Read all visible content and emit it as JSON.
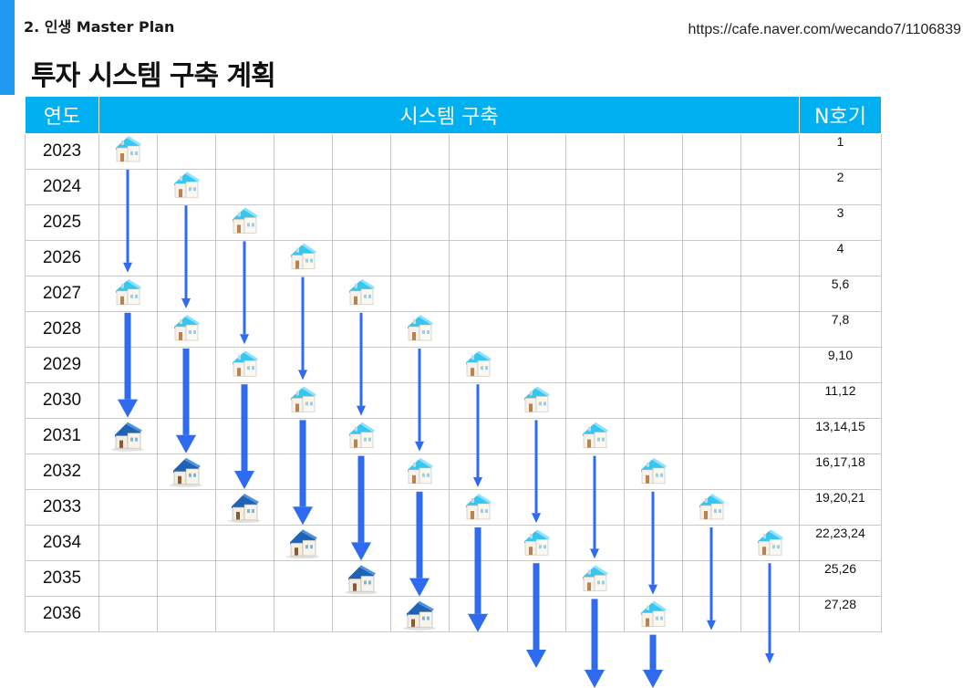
{
  "header": {
    "section_label": "2. 인생 Master Plan",
    "url": "https://cafe.naver.com/wecando7/1106839",
    "title": "투자 시스템 구축 계획"
  },
  "table": {
    "col_year": "연도",
    "col_system": "시스템 구축",
    "col_n": "N호기",
    "rows": [
      {
        "year": "2023",
        "n": "1"
      },
      {
        "year": "2024",
        "n": "2"
      },
      {
        "year": "2025",
        "n": "3"
      },
      {
        "year": "2026",
        "n": "4"
      },
      {
        "year": "2027",
        "n": "5,6"
      },
      {
        "year": "2028",
        "n": "7,8"
      },
      {
        "year": "2029",
        "n": "9,10"
      },
      {
        "year": "2030",
        "n": "11,12"
      },
      {
        "year": "2031",
        "n": "13,14,15"
      },
      {
        "year": "2032",
        "n": "16,17,18"
      },
      {
        "year": "2033",
        "n": "19,20,21"
      },
      {
        "year": "2034",
        "n": "22,23,24"
      },
      {
        "year": "2035",
        "n": "25,26"
      },
      {
        "year": "2036",
        "n": "27,28"
      }
    ]
  },
  "colors": {
    "header_bg": "#00b0f0",
    "accent": "#1f98f0",
    "arrow": "#2f6bf0",
    "house_roof_light": "#35c6f2",
    "house_roof_dark": "#1e63b8"
  },
  "icons": {
    "house_light": "house-light-roof-icon",
    "house_dark": "house-dark-roof-icon",
    "arrow": "down-arrow-icon"
  }
}
